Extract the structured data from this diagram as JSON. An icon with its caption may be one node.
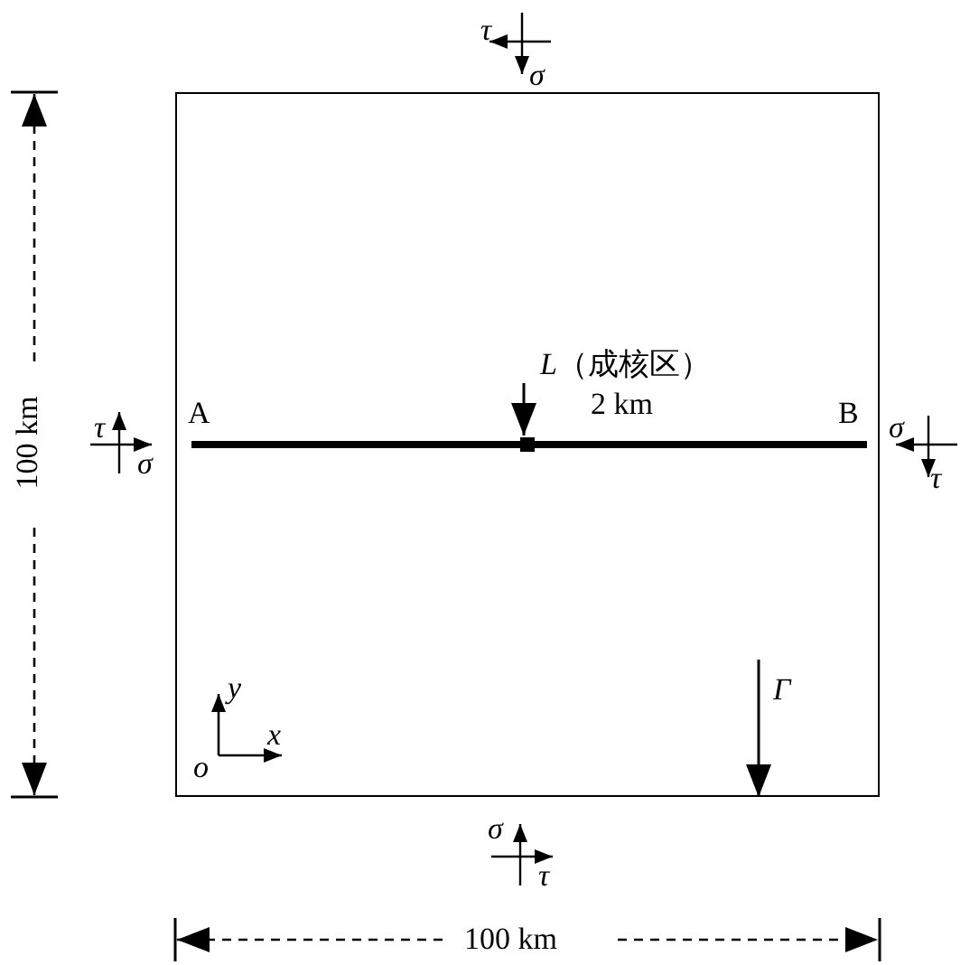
{
  "diagram": {
    "nodes": [
      {
        "text": [],
        "shape": "box"
      },
      {
        "text": [
          "*L*（成核区）",
          "2 km"
        ],
        "in": 0
      },
      {
        "text": [],
        "shape": "bar",
        "in": 0,
        "beside": [
          "A",
          "B"
        ]
      },
      {
        "text": [],
        "shape": "box",
        "in": 0
      },
      {
        "text": [
          "Γ"
        ],
        "in": 0
      }
    ],
    "edges": [
      {
        "from": 1,
        "to": 3,
        "arrow": "to"
      },
      {
        "from": 4,
        "to": 0,
        "arrow": "to"
      }
    ],
    "labels": [
      "τ",
      "σ",
      "τ",
      "σ",
      "σ",
      "τ",
      "100 km",
      "y",
      "x",
      "o",
      "σ",
      "τ",
      "100 km"
    ]
  }
}
